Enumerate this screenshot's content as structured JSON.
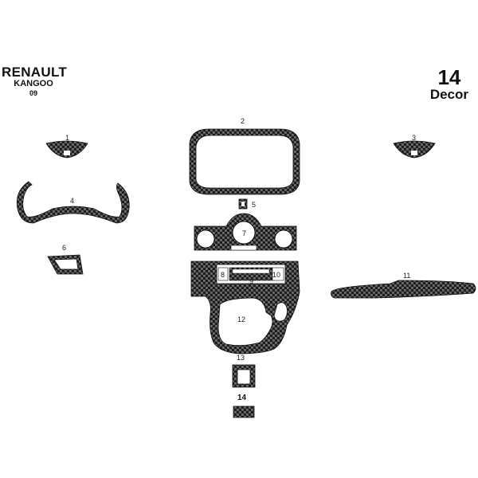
{
  "brand": {
    "make": "RENAULT",
    "model": "KANGOO",
    "year": "09"
  },
  "kit": {
    "count": "14",
    "label": "Decor"
  },
  "parts": [
    {
      "id": "1",
      "label": "1"
    },
    {
      "id": "2",
      "label": "2"
    },
    {
      "id": "3",
      "label": "3"
    },
    {
      "id": "4",
      "label": "4"
    },
    {
      "id": "5",
      "label": "5"
    },
    {
      "id": "6",
      "label": "6"
    },
    {
      "id": "7",
      "label": "7"
    },
    {
      "id": "8",
      "label": "8"
    },
    {
      "id": "9",
      "label": "9"
    },
    {
      "id": "10",
      "label": "10"
    },
    {
      "id": "11",
      "label": "11"
    },
    {
      "id": "12",
      "label": "12"
    },
    {
      "id": "13",
      "label": "13"
    },
    {
      "id": "14",
      "label": "14"
    }
  ],
  "colors": {
    "carbon_dark": "#1e1e1e",
    "carbon_light": "#6a6a6a",
    "background": "#ffffff"
  }
}
